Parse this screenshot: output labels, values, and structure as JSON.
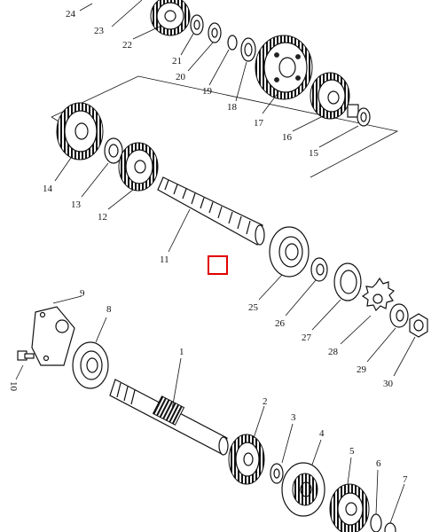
{
  "diagram": {
    "labels": {
      "p1": "1",
      "p2": "2",
      "p3": "3",
      "p4": "4",
      "p5": "5",
      "p6": "6",
      "p7": "7",
      "p8": "8",
      "p9": "9",
      "p10": "10",
      "p11": "11",
      "p12": "12",
      "p13": "13",
      "p14": "14",
      "p15": "15",
      "p16": "16",
      "p17": "17",
      "p18": "18",
      "p19": "19",
      "p20": "20",
      "p21": "21",
      "p22": "22",
      "p23": "23",
      "p24": "24",
      "p25": "25",
      "p26": "26",
      "p27": "27",
      "p28": "28",
      "p29": "29",
      "p30": "30"
    },
    "colors": {
      "ink": "#111111",
      "marker": "#e00000",
      "paper": "#ffffff"
    }
  }
}
